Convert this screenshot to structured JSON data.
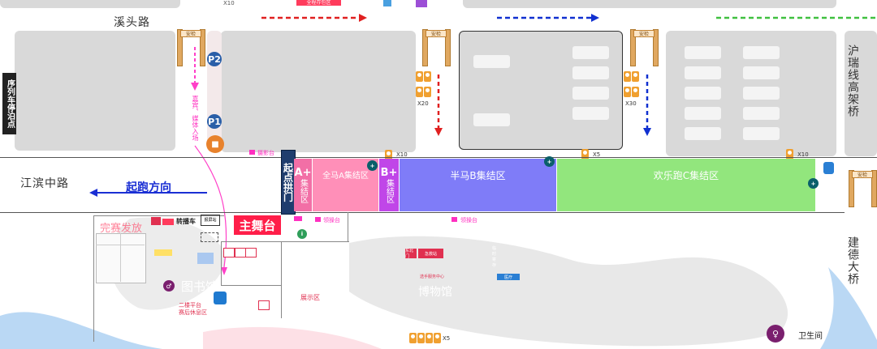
{
  "roads": {
    "xitou": "溪头路",
    "jiangbin": "江滨中路",
    "hurui": "沪瑞线高架桥",
    "jiande": "建德大桥"
  },
  "top_strip": {
    "x10": "X10",
    "storage": "全程存包区"
  },
  "parking_sign": "序列车停泊点",
  "parking": {
    "p1": "P1",
    "p2": "P2"
  },
  "guest_entrance": "嘉宾、媒体入场",
  "photo_stage": "摄影台",
  "start_direction": "起跑方向",
  "start_gate": "起点拱门",
  "zones": {
    "a_plus": {
      "letter": "A+",
      "sub": "集结区"
    },
    "a": "全马A集结区",
    "b_plus": {
      "letter": "B+",
      "sub": "集结区"
    },
    "b": "半马B集结区",
    "c": "欢乐跑C集结区"
  },
  "toilet_counts": {
    "x20": "X20",
    "x30": "X30",
    "x10_a": "X10",
    "x5_top": "X5",
    "x10_right": "X10",
    "x5_bottom": "X5"
  },
  "main_stage": "主舞台",
  "lead_stage_1": "领操台",
  "lead_stage_2": "领操台",
  "finish_area": {
    "title": "完赛发放",
    "broadcast": "转播车",
    "screen_station": "报屏站"
  },
  "library": "图书馆",
  "second_floor": "二楼平台",
  "rest_area": "赛后休息区",
  "exhibition": "展示区",
  "museum": "博物馆",
  "restroom_legend": "卫生间",
  "gate_label": "安检",
  "map_chips": {
    "chip1": "东北门",
    "chip2": "急救站",
    "chip3": "选手服务中心",
    "chip4": "医疗",
    "chip5": "临时寄存"
  },
  "colors": {
    "zone_a_plus": "#f26fa6",
    "zone_a": "#ff8fb8",
    "zone_b_plus": "#c046e8",
    "zone_b": "#7f7cf8",
    "zone_c": "#92e67d",
    "main_stage_bg": "#ff1e49",
    "direction_blue": "#1a2fd4",
    "arrow_red": "#e02020",
    "arrow_blue": "#1030d0",
    "arrow_green": "#40c040",
    "guest_path": "#ff40c8"
  },
  "icons": {
    "parking": "parking-icon",
    "toilet": "toilet-icon",
    "bus": "bus-icon",
    "water": "water-icon",
    "camera": "camera-icon",
    "medical": "medical-icon",
    "restroom": "restroom-icon",
    "wheelchair": "wheelchair-icon"
  }
}
